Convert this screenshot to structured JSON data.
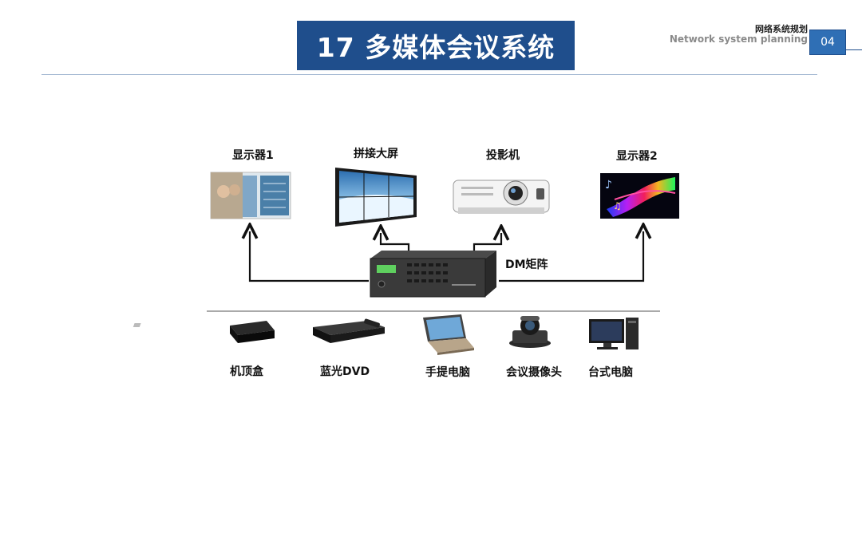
{
  "header": {
    "title": "17 多媒体会议系统",
    "subtitle_cn": "网络系统规划",
    "subtitle_en": "Network system planning",
    "page_number": "04"
  },
  "outputs": [
    {
      "label": "显示器1",
      "icon": "monitor-icon"
    },
    {
      "label": "拼接大屏",
      "icon": "video-wall-icon"
    },
    {
      "label": "投影机",
      "icon": "projector-icon"
    },
    {
      "label": "显示器2",
      "icon": "monitor-icon"
    }
  ],
  "center": {
    "label": "DM矩阵",
    "icon": "matrix-switcher-icon"
  },
  "inputs": [
    {
      "label": "机顶盒",
      "icon": "set-top-box-icon"
    },
    {
      "label": "蓝光DVD",
      "icon": "bluray-player-icon"
    },
    {
      "label": "手提电脑",
      "icon": "laptop-icon"
    },
    {
      "label": "会议摄像头",
      "icon": "conference-camera-icon"
    },
    {
      "label": "台式电脑",
      "icon": "desktop-computer-icon"
    }
  ],
  "colors": {
    "title_bg": "#1f4e8c",
    "page_num_bg": "#2f6fb5",
    "rule": "#9db3cf"
  }
}
